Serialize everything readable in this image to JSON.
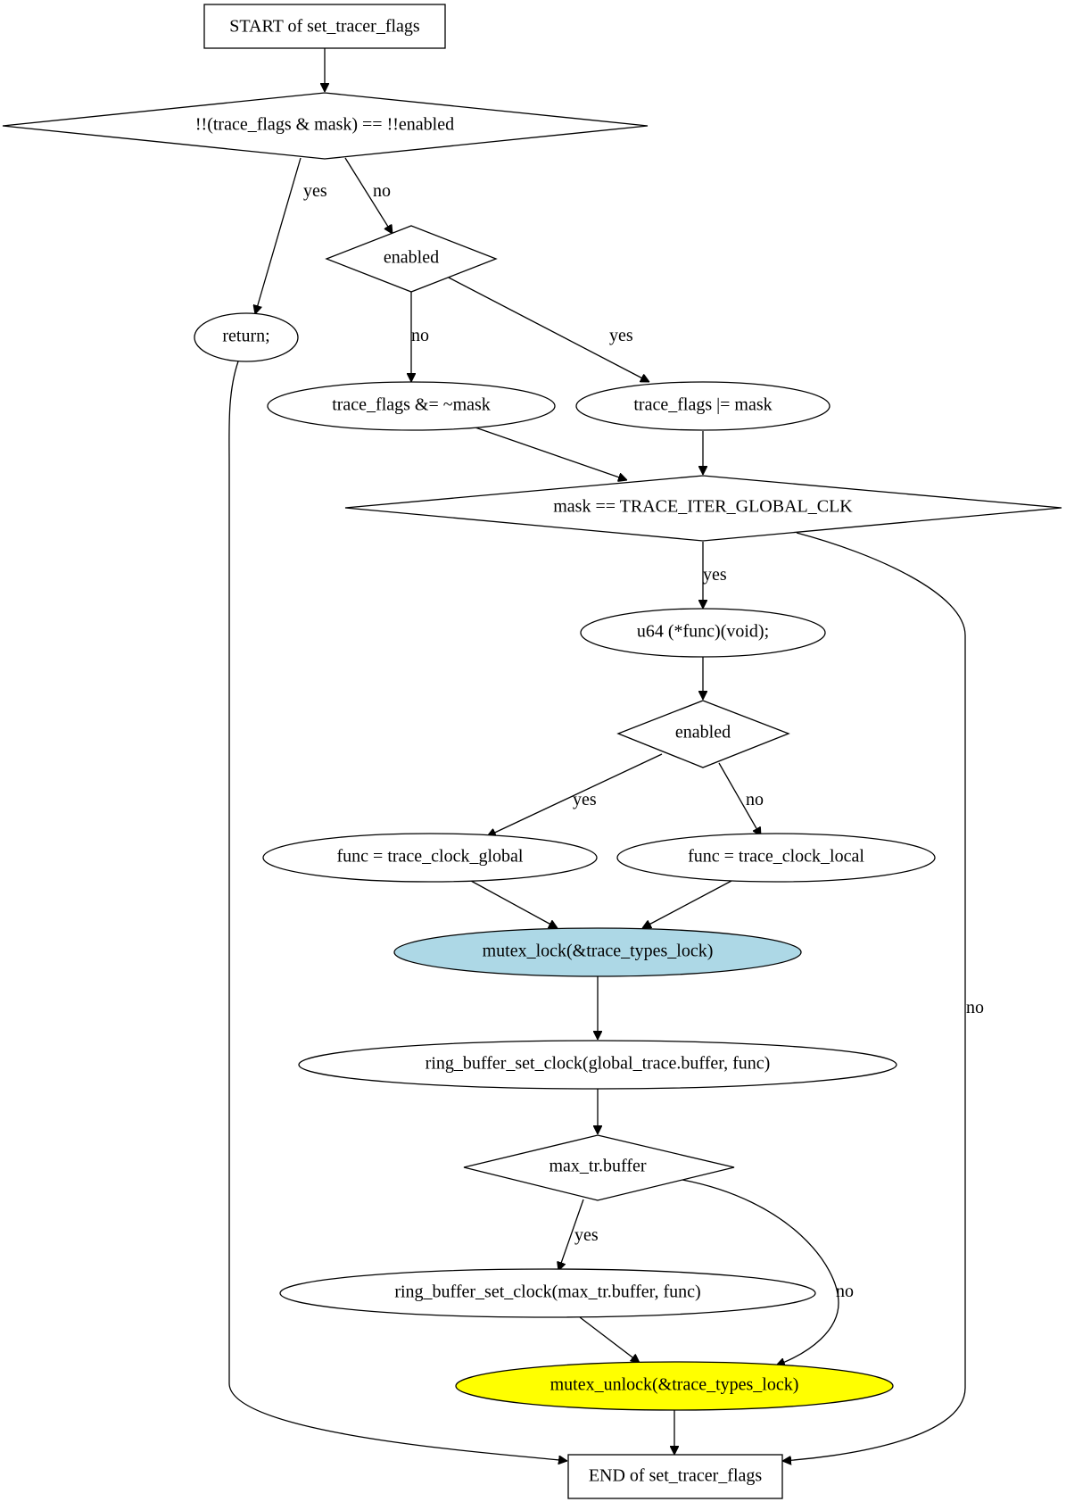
{
  "nodes": {
    "start": {
      "label": "START of set_tracer_flags"
    },
    "cond_flags": {
      "label": "!!(trace_flags & mask) == !!enabled"
    },
    "cond_enabled_1": {
      "label": "enabled"
    },
    "ret": {
      "label": "return;"
    },
    "clear_mask": {
      "label": "trace_flags &= ~mask"
    },
    "set_mask": {
      "label": "trace_flags |= mask"
    },
    "cond_global_clk": {
      "label": "mask == TRACE_ITER_GLOBAL_CLK"
    },
    "decl_func": {
      "label": "u64 (*func)(void);"
    },
    "cond_enabled_2": {
      "label": "enabled"
    },
    "func_global": {
      "label": "func = trace_clock_global"
    },
    "func_local": {
      "label": "func = trace_clock_local"
    },
    "mutex_lock": {
      "label": "mutex_lock(&trace_types_lock)"
    },
    "rb_global": {
      "label": "ring_buffer_set_clock(global_trace.buffer, func)"
    },
    "cond_max_tr": {
      "label": "max_tr.buffer"
    },
    "rb_max": {
      "label": "ring_buffer_set_clock(max_tr.buffer, func)"
    },
    "mutex_unlock": {
      "label": "mutex_unlock(&trace_types_lock)"
    },
    "end": {
      "label": "END of set_tracer_flags"
    }
  },
  "edges": {
    "flags_yes": "yes",
    "flags_no": "no",
    "enabled1_no": "no",
    "enabled1_yes": "yes",
    "global_clk_yes": "yes",
    "global_clk_no": "no",
    "enabled2_yes": "yes",
    "enabled2_no": "no",
    "max_tr_yes": "yes",
    "max_tr_no": "no"
  },
  "colors": {
    "mutex_lock_fill": "#add8e6",
    "mutex_unlock_fill": "#ffff00"
  }
}
